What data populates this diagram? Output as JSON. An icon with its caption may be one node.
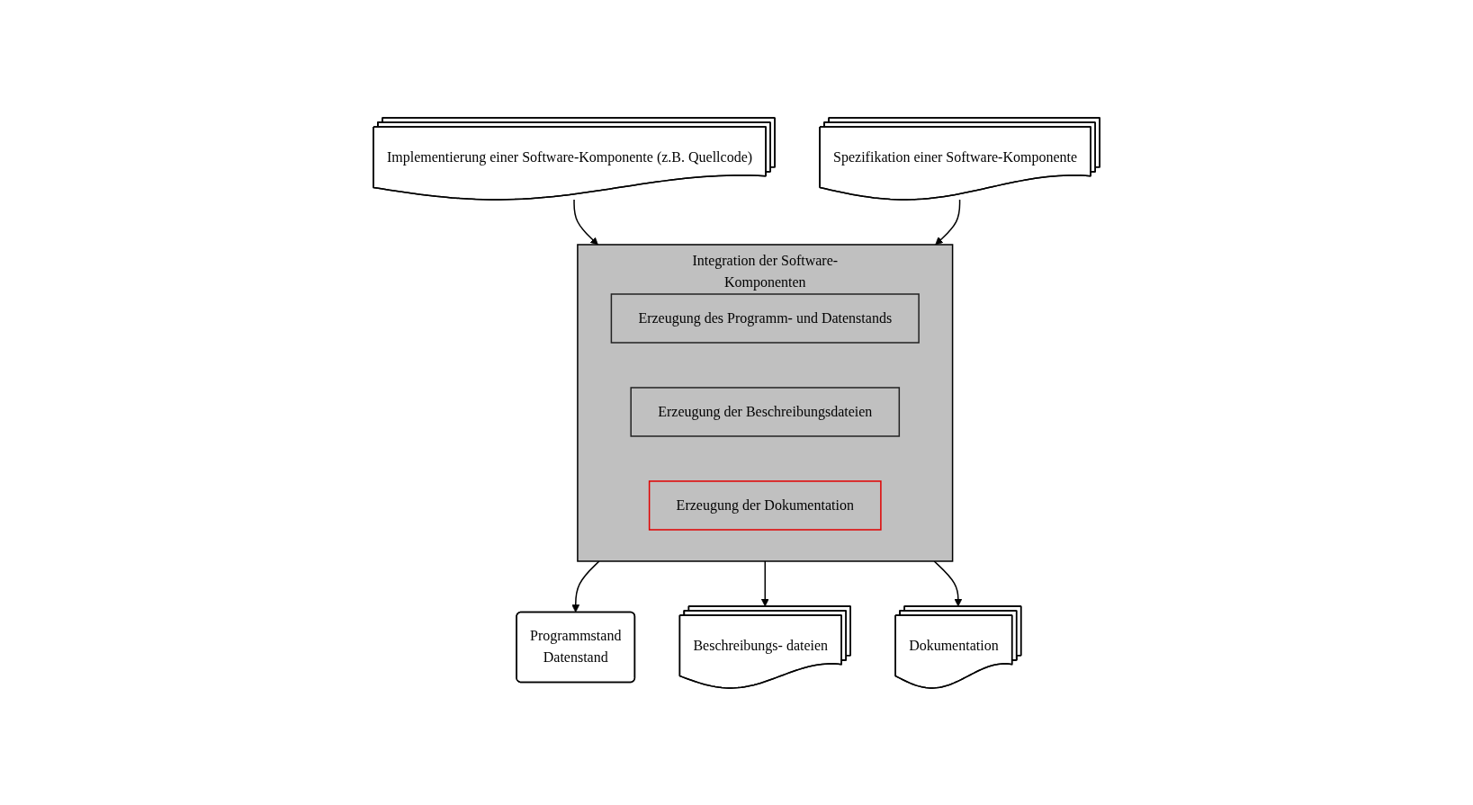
{
  "diagram": {
    "nodes": [
      {
        "text": [
          "Implementierung einer Software-Komponente (z.B. Quellcode)"
        ]
      },
      {
        "text": [
          "Spezifikation einer Software-Komponente"
        ]
      },
      {
        "text": [
          "Integration der Software-Komponenten"
        ]
      },
      {
        "text": [
          "Erzeugung des Programm- und Datenstands"
        ],
        "in": 2
      },
      {
        "text": [
          "Erzeugung der Beschreibungsdateien"
        ],
        "in": 2
      },
      {
        "text": [
          "Erzeugung der Dokumentation"
        ],
        "in": 2
      },
      {
        "text": [
          "Programmstand",
          "Datenstand"
        ]
      },
      {
        "text": [
          "Beschreibungs- dateien"
        ]
      },
      {
        "text": [
          "Dokumentation"
        ]
      }
    ],
    "edges": [
      {
        "from": 0,
        "to": 2,
        "arrow": "to"
      },
      {
        "from": 1,
        "to": 2,
        "arrow": "to"
      },
      {
        "from": 2,
        "to": 6,
        "arrow": "to"
      },
      {
        "from": 2,
        "to": 7,
        "arrow": "to"
      },
      {
        "from": 2,
        "to": 8,
        "arrow": "to"
      }
    ]
  }
}
